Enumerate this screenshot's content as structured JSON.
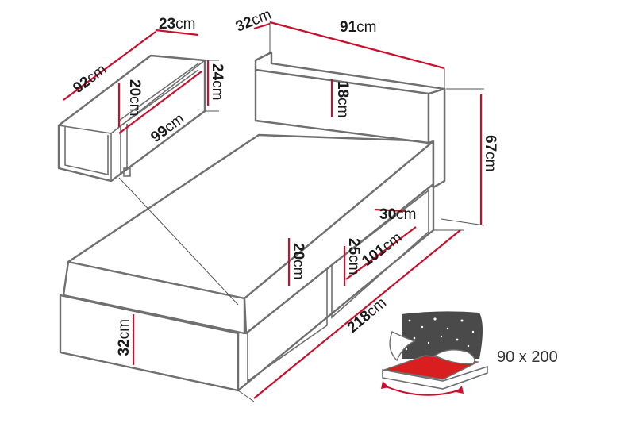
{
  "dimensions": {
    "drawer_depth": "23cm",
    "drawer_width": "92cm",
    "drawer_inner_height": "20cm",
    "drawer_height": "24cm",
    "drawer_length": "99cm",
    "headboard_depth": "32cm",
    "headboard_width": "91cm",
    "headboard_cushion_height": "18cm",
    "total_height": "67cm",
    "bed_drawer_depth": "30cm",
    "bed_drawer_height": "25cm",
    "bed_drawer_length": "101cm",
    "mattress_height": "20cm",
    "total_length": "218cm",
    "base_height": "32cm"
  },
  "mattress_size": "90 x 200",
  "colors": {
    "outline": "#6f6f6f",
    "dimension_line": "#c8102e",
    "mattress_fill": "#d81e1e",
    "night_panel": "#4a4a4a"
  },
  "icons": [
    "mattress-size-icon",
    "night-sky-icon"
  ]
}
